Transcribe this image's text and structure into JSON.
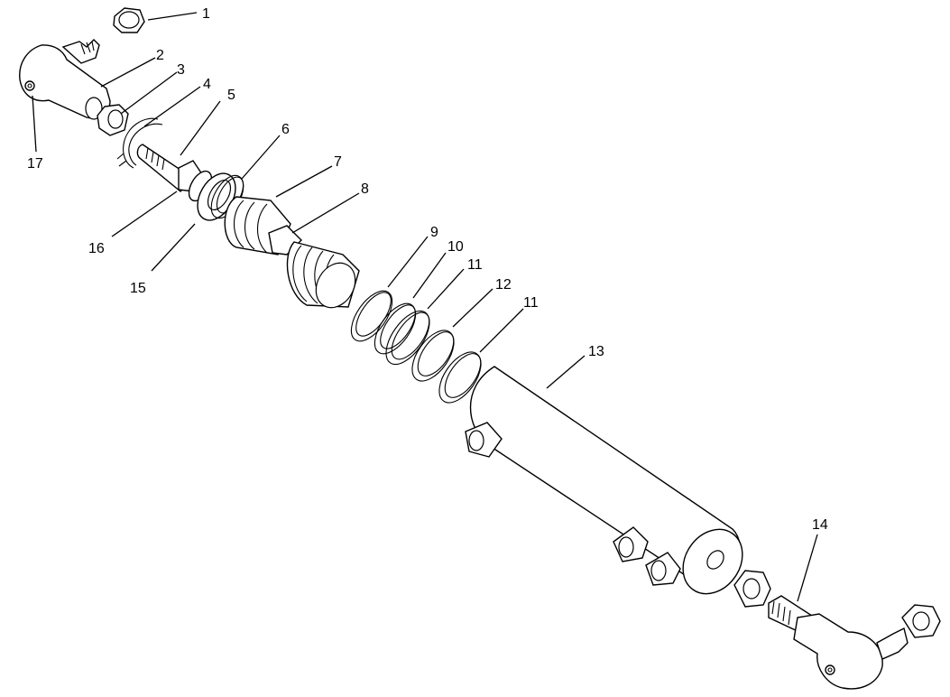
{
  "callouts": [
    {
      "id": "c1",
      "label": "1"
    },
    {
      "id": "c2",
      "label": "2"
    },
    {
      "id": "c3",
      "label": "3"
    },
    {
      "id": "c4",
      "label": "4"
    },
    {
      "id": "c5",
      "label": "5"
    },
    {
      "id": "c6",
      "label": "6"
    },
    {
      "id": "c7",
      "label": "7"
    },
    {
      "id": "c8",
      "label": "8"
    },
    {
      "id": "c9",
      "label": "9"
    },
    {
      "id": "c10",
      "label": "10"
    },
    {
      "id": "c11a",
      "label": "11"
    },
    {
      "id": "c12",
      "label": "12"
    },
    {
      "id": "c11b",
      "label": "11"
    },
    {
      "id": "c13",
      "label": "13"
    },
    {
      "id": "c14",
      "label": "14"
    },
    {
      "id": "c15",
      "label": "15"
    },
    {
      "id": "c16",
      "label": "16"
    },
    {
      "id": "c17",
      "label": "17"
    }
  ]
}
